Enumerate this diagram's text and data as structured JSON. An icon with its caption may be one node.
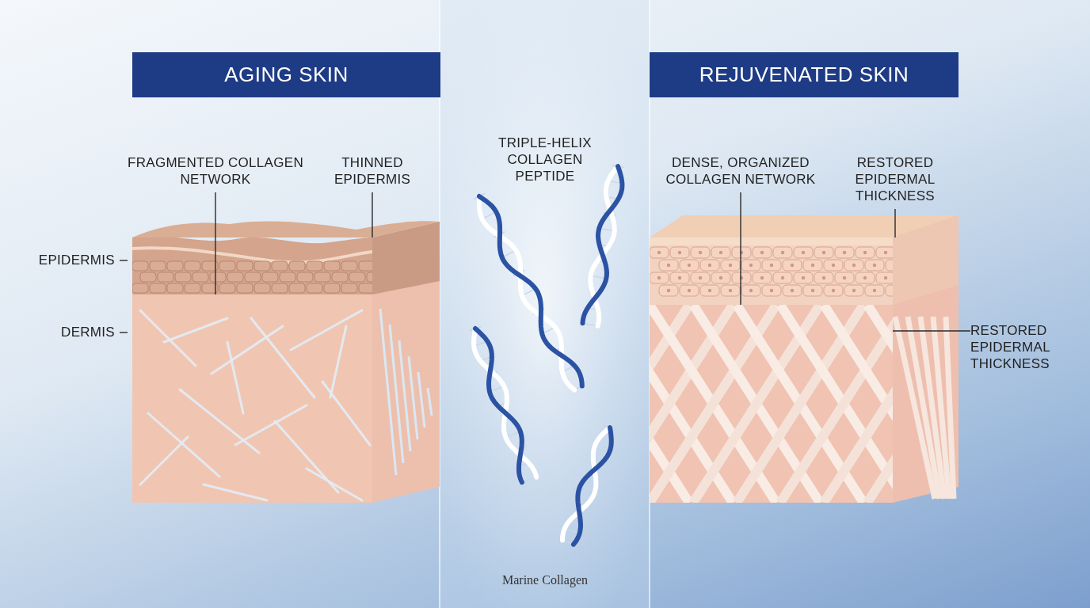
{
  "diagram": {
    "nodes": [
      {
        "text": [
          "AGING SKIN"
        ]
      },
      {
        "text": [
          "REJUVENATED SKIN"
        ]
      },
      {
        "text": [
          "FRAGMENTED COLLAGEN NETWORK"
        ]
      },
      {
        "text": [
          "THINNED EPIDERMIS"
        ]
      },
      {
        "text": [
          "EPIDERMIS"
        ]
      },
      {
        "text": [
          "DERMIS"
        ]
      },
      {
        "text": [
          "DENSE, ORGANIZED COLLAGEN NETWORK"
        ]
      },
      {
        "text": [
          "RESTORED EPIDERMAL THICKNESS"
        ]
      },
      {
        "text": [
          "RESTORED EPIDERMAL THICKNESS"
        ]
      },
      {
        "text": [],
        "shape": "picture"
      },
      {
        "text": [],
        "shape": "picture"
      },
      {
        "text": [],
        "shape": "picture"
      },
      {
        "text": [],
        "shape": "picture"
      }
    ],
    "edges": [
      {
        "from": 2,
        "to": 10,
        "arrow": "none"
      },
      {
        "from": 3,
        "to": 9,
        "arrow": "none"
      },
      {
        "from": 4,
        "to": 9,
        "arrow": "none"
      },
      {
        "from": 5,
        "to": 10,
        "arrow": "none"
      },
      {
        "from": 6,
        "to": 12,
        "arrow": "none"
      },
      {
        "from": 7,
        "to": 11,
        "arrow": "none"
      },
      {
        "from": 8,
        "to": 12,
        "arrow": "none"
      }
    ],
    "labels": [
      "TRIPLE-HELIX COLLAGEN PEPTIDE",
      "Marine Collagen"
    ]
  }
}
